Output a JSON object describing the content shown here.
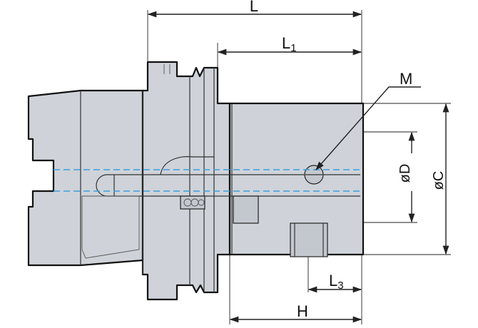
{
  "labels": {
    "L": "L",
    "L1_main": "L",
    "L1_sub": "1",
    "L3_main": "L",
    "L3_sub": "3",
    "H": "H",
    "M": "M",
    "phiD": "øD",
    "phiC": "øC"
  },
  "colors": {
    "body_fill": "#cfd3d9",
    "outline": "#111111",
    "centerline": "#3aa0e0"
  }
}
